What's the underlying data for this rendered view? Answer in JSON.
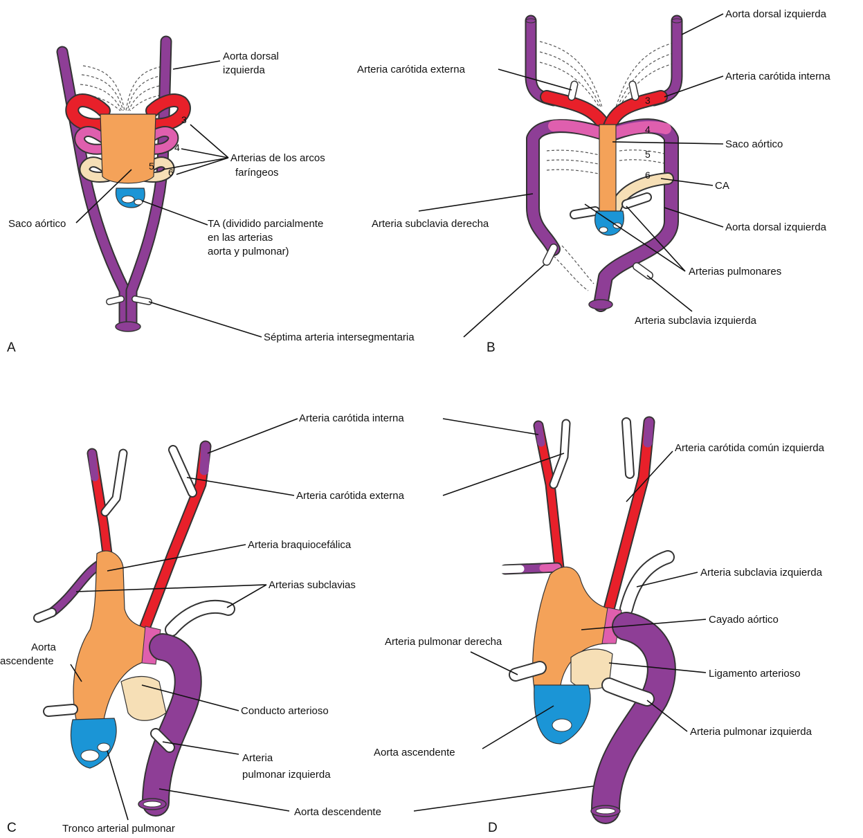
{
  "colors": {
    "purple": "#8e3e96",
    "red": "#e8202a",
    "pink": "#df5fae",
    "orange": "#f4a259",
    "tan": "#f6dfb6",
    "blue": "#1b95d6",
    "white": "#ffffff",
    "outline": "#333333"
  },
  "panels": {
    "A": {
      "letter": "A",
      "aorta_dorsal_izq": "Aorta dorsal",
      "aorta_dorsal_izq_2": "izquierda",
      "arcos_1": "Arterias de los arcos",
      "arcos_2": "faríngeos",
      "saco_aortico": "Saco aórtico",
      "ta_1": "TA (dividido parcialmente",
      "ta_2": "en las arterias",
      "ta_3": "aorta y pulmonar)",
      "num_3": "3",
      "num_4": "4",
      "num_5": "5",
      "num_6": "6"
    },
    "shared": {
      "septima": "Séptima arteria intersegmentaria"
    },
    "B": {
      "letter": "B",
      "aorta_dorsal_izq_top": "Aorta dorsal izquierda",
      "carotida_externa": "Arteria carótida externa",
      "carotida_interna": "Arteria carótida interna",
      "saco_aortico": "Saco aórtico",
      "ca": "CA",
      "subclavia_derecha": "Arteria subclavia derecha",
      "aorta_dorsal_izq_bottom": "Aorta dorsal izquierda",
      "pulmonares": "Arterias pulmonares",
      "subclavia_izquierda": "Arteria subclavia izquierda",
      "num_3": "3",
      "num_4": "4",
      "num_5": "5",
      "num_6": "6"
    },
    "C": {
      "letter": "C",
      "carotida_interna": "Arteria carótida interna",
      "carotida_externa": "Arteria carótida externa",
      "braquiocefalica": "Arteria braquiocefálica",
      "subclavias": "Arterias subclavias",
      "aorta_asc_1": "Aorta",
      "aorta_asc_2": "ascendente",
      "conducto": "Conducto arterioso",
      "pulm_izq_1": "Arteria",
      "pulm_izq_2": "pulmonar izquierda",
      "aorta_descendente": "Aorta descendente",
      "tronco": "Tronco arterial pulmonar"
    },
    "D": {
      "letter": "D",
      "carotida_comun_izq": "Arteria carótida común izquierda",
      "subclavia_izq": "Arteria subclavia izquierda",
      "cayado": "Cayado aórtico",
      "pulm_der": "Arteria pulmonar derecha",
      "ligamento": "Ligamento arterioso",
      "pulm_izq": "Arteria pulmonar izquierda",
      "aorta_asc": "Aorta ascendente"
    }
  }
}
